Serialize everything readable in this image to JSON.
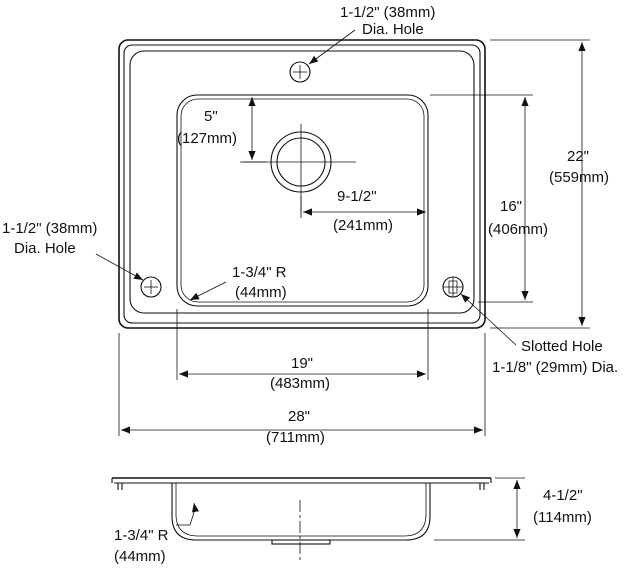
{
  "labels": {
    "faucet_hole": {
      "line1": "1-1/2\" (38mm)",
      "line2": "Dia. Hole"
    },
    "left_hole": {
      "line1": "1-1/2\" (38mm)",
      "line2": "Dia. Hole"
    },
    "drain_offset": {
      "line1": "5\"",
      "line2": "(127mm)"
    },
    "drain_to_edge": {
      "line1": "9-1/2\"",
      "line2": "(241mm)"
    },
    "bowl_depth": {
      "line1": "16\"",
      "line2": "(406mm)"
    },
    "overall_depth": {
      "line1": "22\"",
      "line2": "(559mm)"
    },
    "bowl_radius": {
      "line1": "1-3/4\" R",
      "line2": "(44mm)"
    },
    "slotted_hole": {
      "line1": "Slotted Hole",
      "line2": "1-1/8\" (29mm) Dia."
    },
    "bowl_width": {
      "line1": "19\"",
      "line2": "(483mm)"
    },
    "overall_width": {
      "line1": "28\"",
      "line2": "(711mm)"
    },
    "bowl_height": {
      "line1": "4-1/2\"",
      "line2": "(114mm)"
    },
    "side_radius": {
      "line1": "1-3/4\" R",
      "line2": "(44mm)"
    }
  }
}
